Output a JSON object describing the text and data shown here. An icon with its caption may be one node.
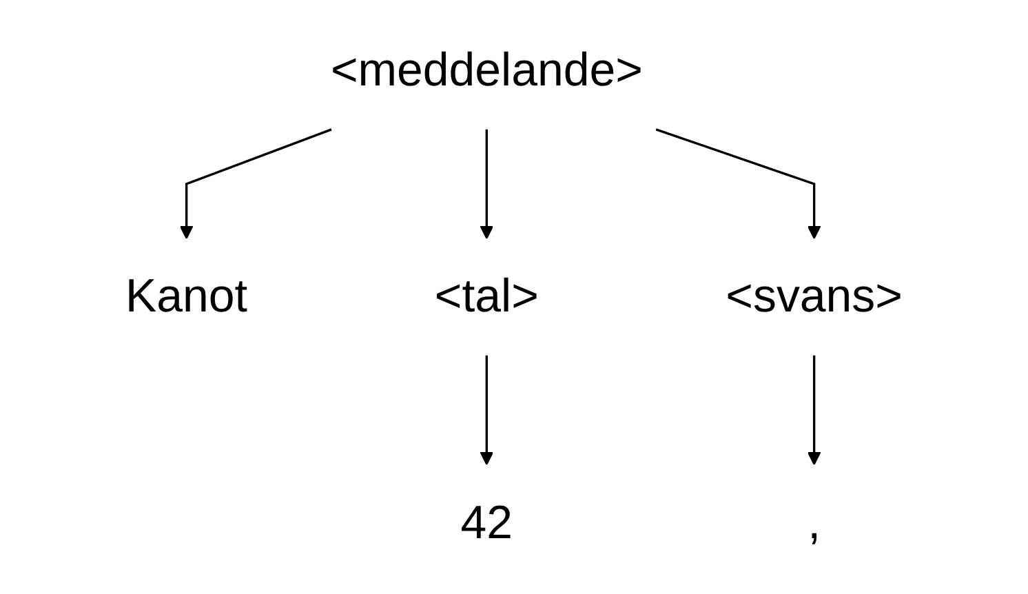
{
  "diagram": {
    "nodes": [
      {
        "text": [
          "<meddelande>"
        ]
      },
      {
        "text": [
          "Kanot"
        ]
      },
      {
        "text": [
          "<tal>"
        ]
      },
      {
        "text": [
          "<svans>"
        ]
      },
      {
        "text": [
          "42"
        ]
      },
      {
        "text": [
          ","
        ]
      }
    ],
    "edges": [
      {
        "from": 0,
        "to": 1,
        "arrow": "to"
      },
      {
        "from": 0,
        "to": 2,
        "arrow": "to"
      },
      {
        "from": 0,
        "to": 3,
        "arrow": "to"
      },
      {
        "from": 2,
        "to": 4,
        "arrow": "to"
      },
      {
        "from": 3,
        "to": 5,
        "arrow": "to"
      }
    ]
  }
}
